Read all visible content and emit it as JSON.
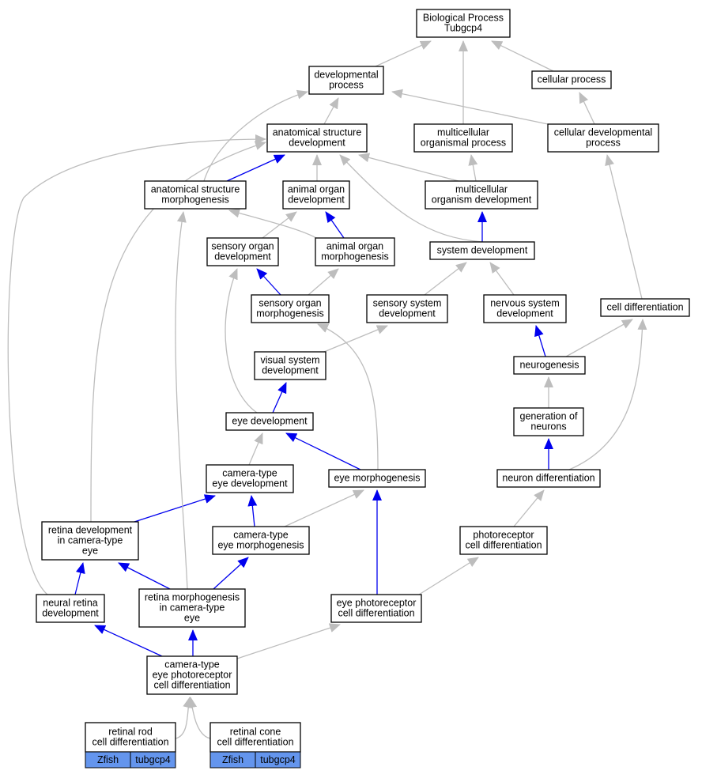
{
  "colors": {
    "isa_edge": "#bdbdbd",
    "partof_edge": "#0000ee",
    "gene_cell": "#6495ed",
    "node_border": "#000000"
  },
  "nodes": [
    {
      "id": "bp",
      "lines": [
        "Biological Process",
        "Tubgcp4"
      ]
    },
    {
      "id": "devproc",
      "lines": [
        "developmental",
        "process"
      ]
    },
    {
      "id": "cellproc",
      "lines": [
        "cellular process"
      ]
    },
    {
      "id": "asd",
      "lines": [
        "anatomical structure",
        "development"
      ]
    },
    {
      "id": "mop",
      "lines": [
        "multicellular",
        "organismal process"
      ]
    },
    {
      "id": "cdp",
      "lines": [
        "cellular developmental",
        "process"
      ]
    },
    {
      "id": "asm",
      "lines": [
        "anatomical structure",
        "morphogenesis"
      ]
    },
    {
      "id": "aod",
      "lines": [
        "animal organ",
        "development"
      ]
    },
    {
      "id": "mod",
      "lines": [
        "multicellular",
        "organism development"
      ]
    },
    {
      "id": "sod",
      "lines": [
        "sensory organ",
        "development"
      ]
    },
    {
      "id": "aom",
      "lines": [
        "animal organ",
        "morphogenesis"
      ]
    },
    {
      "id": "sysdev",
      "lines": [
        "system development"
      ]
    },
    {
      "id": "som",
      "lines": [
        "sensory organ",
        "morphogenesis"
      ]
    },
    {
      "id": "ssd",
      "lines": [
        "sensory system",
        "development"
      ]
    },
    {
      "id": "nsd",
      "lines": [
        "nervous system",
        "development"
      ]
    },
    {
      "id": "celldiff",
      "lines": [
        "cell differentiation"
      ]
    },
    {
      "id": "vsd",
      "lines": [
        "visual system",
        "development"
      ]
    },
    {
      "id": "neurog",
      "lines": [
        "neurogenesis"
      ]
    },
    {
      "id": "eyedev",
      "lines": [
        "eye development"
      ]
    },
    {
      "id": "genneur",
      "lines": [
        "generation of",
        "neurons"
      ]
    },
    {
      "id": "cted",
      "lines": [
        "camera-type",
        "eye development"
      ]
    },
    {
      "id": "eyemorph",
      "lines": [
        "eye morphogenesis"
      ]
    },
    {
      "id": "neurdiff",
      "lines": [
        "neuron differentiation"
      ]
    },
    {
      "id": "rdcte",
      "lines": [
        "retina development",
        "in camera-type",
        "eye"
      ]
    },
    {
      "id": "ctem",
      "lines": [
        "camera-type",
        "eye morphogenesis"
      ]
    },
    {
      "id": "prcd",
      "lines": [
        "photoreceptor",
        "cell differentiation"
      ]
    },
    {
      "id": "nrd",
      "lines": [
        "neural retina",
        "development"
      ]
    },
    {
      "id": "rmcte",
      "lines": [
        "retina morphogenesis",
        "in camera-type",
        "eye"
      ]
    },
    {
      "id": "epcd",
      "lines": [
        "eye photoreceptor",
        "cell differentiation"
      ]
    },
    {
      "id": "ctepcd",
      "lines": [
        "camera-type",
        "eye photoreceptor",
        "cell differentiation"
      ]
    },
    {
      "id": "rrcd",
      "lines": [
        "retinal rod",
        "cell differentiation"
      ],
      "genes": [
        "Zfish",
        "tubgcp4"
      ]
    },
    {
      "id": "rccd",
      "lines": [
        "retinal cone",
        "cell differentiation"
      ],
      "genes": [
        "Zfish",
        "tubgcp4"
      ]
    }
  ],
  "edges": [
    {
      "from": "devproc",
      "to": "bp",
      "type": "is_a"
    },
    {
      "from": "mop",
      "to": "bp",
      "type": "is_a"
    },
    {
      "from": "cellproc",
      "to": "bp",
      "type": "is_a"
    },
    {
      "from": "cdp",
      "to": "cellproc",
      "type": "is_a"
    },
    {
      "from": "cdp",
      "to": "devproc",
      "type": "is_a"
    },
    {
      "from": "asd",
      "to": "devproc",
      "type": "is_a"
    },
    {
      "from": "asm",
      "to": "devproc",
      "type": "is_a"
    },
    {
      "from": "asm",
      "to": "asd",
      "type": "part_of"
    },
    {
      "from": "aod",
      "to": "asd",
      "type": "is_a"
    },
    {
      "from": "mod",
      "to": "asd",
      "type": "is_a"
    },
    {
      "from": "mod",
      "to": "mop",
      "type": "is_a"
    },
    {
      "from": "sysdev",
      "to": "asd",
      "type": "is_a"
    },
    {
      "from": "sysdev",
      "to": "mod",
      "type": "part_of"
    },
    {
      "from": "sod",
      "to": "aod",
      "type": "is_a"
    },
    {
      "from": "aom",
      "to": "aod",
      "type": "part_of"
    },
    {
      "from": "aom",
      "to": "asm",
      "type": "is_a"
    },
    {
      "from": "som",
      "to": "sod",
      "type": "part_of"
    },
    {
      "from": "som",
      "to": "aom",
      "type": "is_a"
    },
    {
      "from": "ssd",
      "to": "sysdev",
      "type": "is_a"
    },
    {
      "from": "nsd",
      "to": "sysdev",
      "type": "is_a"
    },
    {
      "from": "celldiff",
      "to": "cdp",
      "type": "is_a"
    },
    {
      "from": "vsd",
      "to": "ssd",
      "type": "is_a"
    },
    {
      "from": "neurog",
      "to": "nsd",
      "type": "part_of"
    },
    {
      "from": "neurog",
      "to": "celldiff",
      "type": "is_a"
    },
    {
      "from": "eyedev",
      "to": "vsd",
      "type": "part_of"
    },
    {
      "from": "eyedev",
      "to": "sod",
      "type": "is_a"
    },
    {
      "from": "genneur",
      "to": "neurog",
      "type": "is_a"
    },
    {
      "from": "eyemorph",
      "to": "eyedev",
      "type": "part_of"
    },
    {
      "from": "eyemorph",
      "to": "som",
      "type": "is_a"
    },
    {
      "from": "cted",
      "to": "eyedev",
      "type": "is_a"
    },
    {
      "from": "neurdiff",
      "to": "genneur",
      "type": "part_of"
    },
    {
      "from": "neurdiff",
      "to": "celldiff",
      "type": "is_a"
    },
    {
      "from": "rdcte",
      "to": "cted",
      "type": "part_of"
    },
    {
      "from": "rdcte",
      "to": "asd",
      "type": "is_a"
    },
    {
      "from": "ctem",
      "to": "cted",
      "type": "part_of"
    },
    {
      "from": "ctem",
      "to": "eyemorph",
      "type": "is_a"
    },
    {
      "from": "prcd",
      "to": "neurdiff",
      "type": "is_a"
    },
    {
      "from": "nrd",
      "to": "rdcte",
      "type": "part_of"
    },
    {
      "from": "nrd",
      "to": "asd",
      "type": "is_a"
    },
    {
      "from": "rmcte",
      "to": "rdcte",
      "type": "part_of"
    },
    {
      "from": "rmcte",
      "to": "ctem",
      "type": "part_of"
    },
    {
      "from": "rmcte",
      "to": "asm",
      "type": "is_a"
    },
    {
      "from": "epcd",
      "to": "eyemorph",
      "type": "part_of"
    },
    {
      "from": "epcd",
      "to": "prcd",
      "type": "is_a"
    },
    {
      "from": "ctepcd",
      "to": "nrd",
      "type": "part_of"
    },
    {
      "from": "ctepcd",
      "to": "rmcte",
      "type": "part_of"
    },
    {
      "from": "ctepcd",
      "to": "epcd",
      "type": "is_a"
    },
    {
      "from": "rrcd",
      "to": "ctepcd",
      "type": "is_a"
    },
    {
      "from": "rccd",
      "to": "ctepcd",
      "type": "is_a"
    }
  ]
}
